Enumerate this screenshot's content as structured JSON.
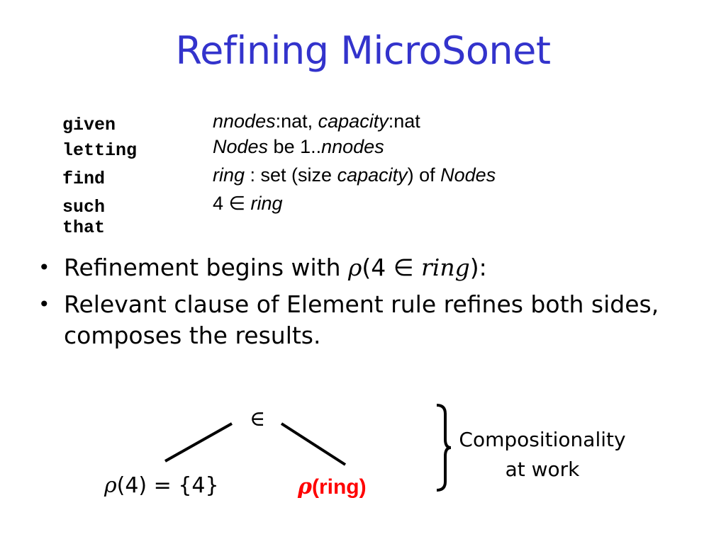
{
  "slide": {
    "title": "Refining MicroSonet"
  },
  "spec": {
    "given": {
      "keyword": "given",
      "v1": "nnodes",
      "t1": ":nat, ",
      "v2": "capacity",
      "t2": ":nat"
    },
    "letting": {
      "keyword": "letting",
      "v1": "Nodes",
      "t1": " be 1..",
      "v2": "nnodes"
    },
    "find": {
      "keyword": "find",
      "v1": "ring",
      "t1": " : set (size ",
      "v2": "capacity",
      "t2": ") of ",
      "v3": "Nodes"
    },
    "such_that": {
      "keyword": "such that",
      "t1": "4 ∈ ",
      "v1": "ring"
    }
  },
  "bullets": {
    "b1": {
      "pre": "Refinement begins with ",
      "rho": "ρ",
      "mid": "(4 ∈ ",
      "var": "ring",
      "post": "):"
    },
    "b2": {
      "text": "Relevant clause of Element rule refines both sides, composes the results."
    },
    "marker": "•"
  },
  "tree": {
    "root": "∈",
    "left": {
      "rho": "ρ",
      "text": "(4) = {4}"
    },
    "right": {
      "rho": "ρ",
      "text": "(ring)"
    }
  },
  "note": {
    "line1": "Compositionality",
    "line2": "at work"
  },
  "colors": {
    "title": "#3333cc",
    "highlight": "#ff0000"
  }
}
